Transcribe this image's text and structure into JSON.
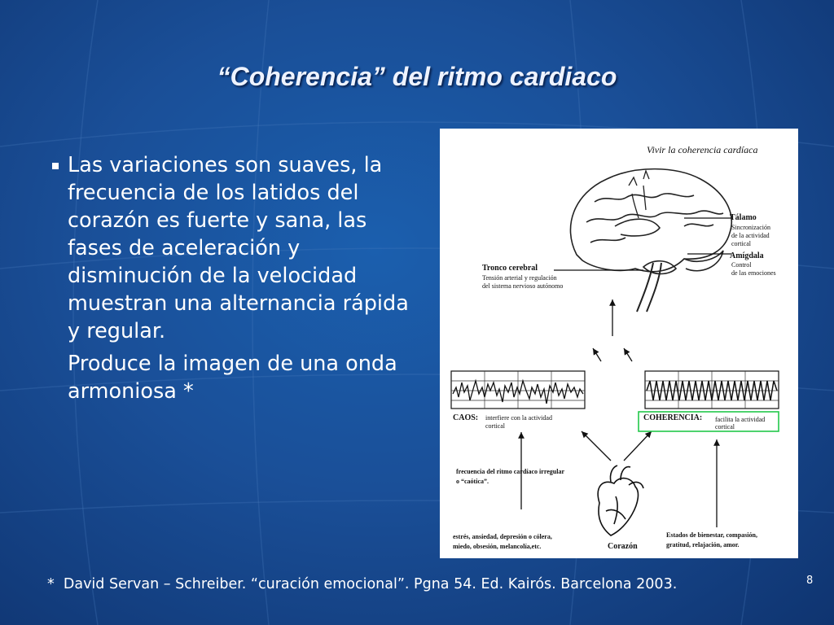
{
  "slide": {
    "title": "“Coherencia” del ritmo cardiaco",
    "bullets": [
      {
        "text": "Las variaciones son suaves, la frecuencia de los latidos del corazón es fuerte y sana, las fases de aceleración y disminución de la velocidad muestran una alternancia rápida y regular."
      },
      {
        "text": "Produce la imagen de una onda armoniosa *"
      }
    ],
    "footnote": "*  David Servan – Schreiber. “curación emocional”. Pgna 54. Ed. Kairós. Barcelona 2003.",
    "page_number": "8"
  },
  "figure": {
    "heading": "Vivir la coherencia cardíaca",
    "talamo": {
      "title": "Tálamo",
      "lines": [
        "Sincronización",
        "de la actividad",
        "cortical"
      ]
    },
    "amigdala": {
      "title": "Amígdala",
      "lines": [
        "Control",
        "de las emociones"
      ]
    },
    "tronco": {
      "title": "Tronco cerebral",
      "lines": [
        "Tensión arterial y regulación",
        "del sistema nervioso autónomo"
      ]
    },
    "caos": {
      "title": "CAOS:",
      "lines": [
        "interfiere con la actividad",
        "cortical"
      ]
    },
    "coherencia": {
      "title": "COHERENCIA:",
      "lines": [
        "facilita la actividad",
        "cortical"
      ]
    },
    "irregular": [
      "frecuencia del ritmo cardíaco irregular",
      "o “caótica”."
    ],
    "estres": [
      "estrés, ansiedad, depresión o cólera,",
      "miedo, obsesión, melancolía,etc."
    ],
    "corazon": "Corazón",
    "bienestar": [
      "Estados de bienestar, compasión,",
      "gratitud, relajación, amor."
    ],
    "highlight_color": "#22c84a"
  }
}
